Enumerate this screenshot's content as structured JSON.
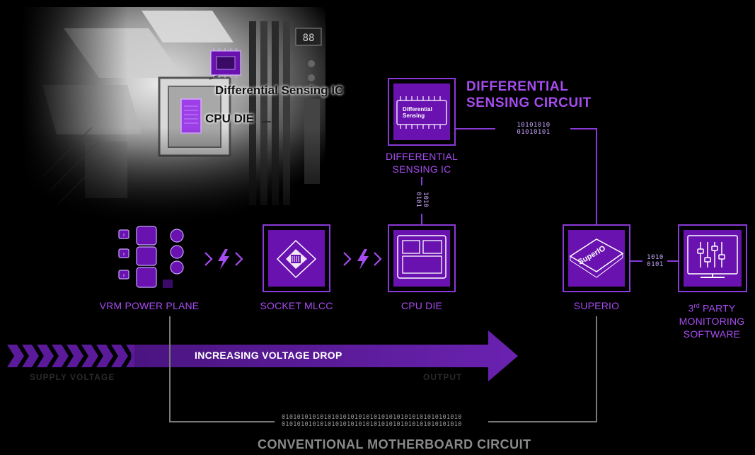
{
  "board": {
    "sensing_ic_label": "Differential Sensing IC",
    "cpu_die_label": "CPU DIE"
  },
  "title": {
    "line1": "DIFFERENTIAL",
    "line2": "SENSING CIRCUIT"
  },
  "sensing_ic": {
    "chip_text_line1": "Differential",
    "chip_text_line2": "Sensing",
    "label_line1": "DIFFERENTIAL",
    "label_line2": "SENSING IC"
  },
  "binary": {
    "top_line1": "10101010",
    "top_line2": "01010101",
    "vertical_line1": "1010",
    "vertical_line2": "0101",
    "right_line1": "1010",
    "right_line2": "0101",
    "bottom_line1": "01010101010101010101010101010101010101010101010",
    "bottom_line2": "01010101010101010101010101010101010101010101010"
  },
  "nodes": {
    "vrm": "VRM POWER PLANE",
    "socket": "SOCKET MLCC",
    "cpu": "CPU DIE",
    "superio": "SUPERIO",
    "superio_chip_text": "SuperIO",
    "software_line1": "3",
    "software_sup": "rd",
    "software_line1_rest": " PARTY",
    "software_line2": "MONITORING",
    "software_line3": "SOFTWARE"
  },
  "arrow": {
    "label": "INCREASING VOLTAGE DROP",
    "ghost_left": "SUPPLY VOLTAGE",
    "ghost_right": "OUTPUT"
  },
  "footer": {
    "label": "CONVENTIONAL MOTHERBOARD CIRCUIT"
  },
  "colors": {
    "accent": "#a64cf0",
    "box_fill": "#6a12b0",
    "box_border": "#8a3ad8",
    "arrow_fill": "#5a1a9a",
    "line_grey": "#7a7a7a"
  }
}
